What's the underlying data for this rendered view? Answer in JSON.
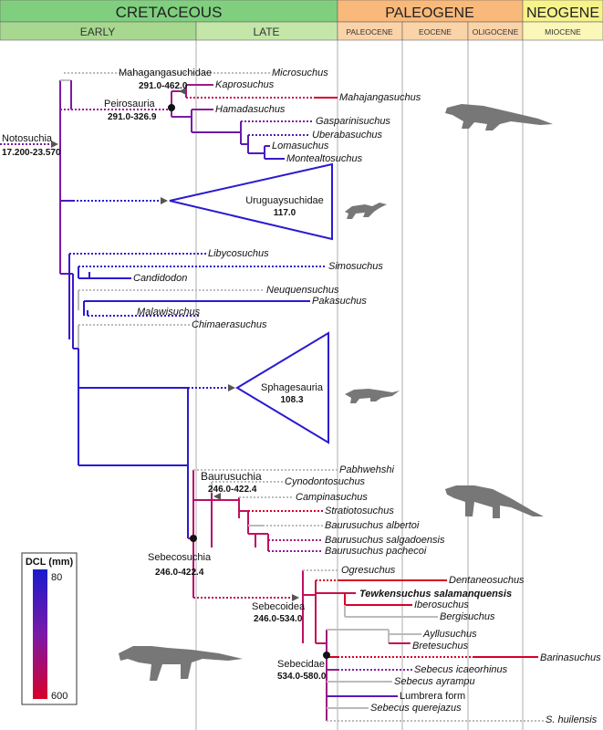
{
  "periods": {
    "cretaceous": "CRETACEOUS",
    "paleogene": "PALEOGENE",
    "neogene": "NEOGENE"
  },
  "epochs": {
    "early": "EARLY",
    "late": "LATE",
    "paleocene": "PALEOCENE",
    "eocene": "EOCENE",
    "oligocene": "OLIGOCENE",
    "miocene": "MIOCENE"
  },
  "colors": {
    "cretaceous": "#7fcf7f",
    "early": "#a8d890",
    "late": "#c4e6a8",
    "paleogene": "#f9b97a",
    "paleocene": "#fbd3a8",
    "neogene": "#f7f28a",
    "miocene": "#fbf7b8",
    "dcl_low": "#1a1acc",
    "dcl_high": "#d8002a",
    "uncertain": "#bbbbbb"
  },
  "taxa": {
    "microsuchus": "Microsuchus",
    "kaprosuchus": "Kaprosuchus",
    "mahajangasuchus": "Mahajangasuchus",
    "hamadasuchus": "Hamadasuchus",
    "gasparinisuchus": "Gasparinisuchus",
    "uberabasuchus": "Uberabasuchus",
    "lomasuchus": "Lomasuchus",
    "montealtosuchus": "Montealtosuchus",
    "libycosuchus": "Libycosuchus",
    "simosuchus": "Simosuchus",
    "candidodon": "Candidodon",
    "neuquensuchus": "Neuquensuchus",
    "pakasuchus": "Pakasuchus",
    "malawisuchus": "Malawisuchus",
    "chimaerasuchus": "Chimaerasuchus",
    "pabhwehshi": "Pabhwehshi",
    "cynodontosuchus": "Cynodontosuchus",
    "campinasuchus": "Campinasuchus",
    "stratiotosuchus": "Stratiotosuchus",
    "baurusuchus_albertoi": "Baurusuchus albertoi",
    "baurusuchus_salgadoensis": "Baurusuchus salgadoensis",
    "baurusuchus_pachecoi": "Baurusuchus  pachecoi",
    "ogresuchus": "Ogresuchus",
    "dentaneosuchus": "Dentaneosuchus",
    "tewkensuchus": "Tewkensuchus salamanquensis",
    "iberosuchus": "Iberosuchus",
    "bergisuchus": "Bergisuchus",
    "ayllusuchus": "Ayllusuchus",
    "bretesuchus": "Bretesuchus",
    "barinasuchus": "Barinasuchus",
    "sebecus_icaeorhinus": "Sebecus  icaeorhinus",
    "sebecus_ayrampu": "Sebecus ayrampu",
    "lumbrera": "Lumbrera form",
    "sebecus_querejazus": "Sebecus querejazus",
    "s_huilensis": "S. huilensis"
  },
  "clades": {
    "notosuchia": {
      "name": "Notosuchia",
      "range": "17.200-23.570"
    },
    "mahajangasuchidae": {
      "name": "Mahagangasuchidae",
      "range": "291.0-462.0"
    },
    "peirosauria": {
      "name": "Peirosauria",
      "range": "291.0-326.9"
    },
    "uruguaysuchidae": {
      "name": "Uruguaysuchidae",
      "value": "117.0"
    },
    "sphagesauria": {
      "name": "Sphagesauria",
      "value": "108.3"
    },
    "baurusuchia": {
      "name": "Baurusuchia",
      "range": "246.0-422.4"
    },
    "sebecosuchia": {
      "name": "Sebecosuchia",
      "range": "246.0-422.4"
    },
    "sebecoidea": {
      "name": "Sebecoidea",
      "range": "246.0-534.0"
    },
    "sebecidae": {
      "name": "Sebecidae",
      "range": "534.0-580.0"
    }
  },
  "legend": {
    "title": "DCL (mm)",
    "min": "80",
    "max": "600"
  }
}
